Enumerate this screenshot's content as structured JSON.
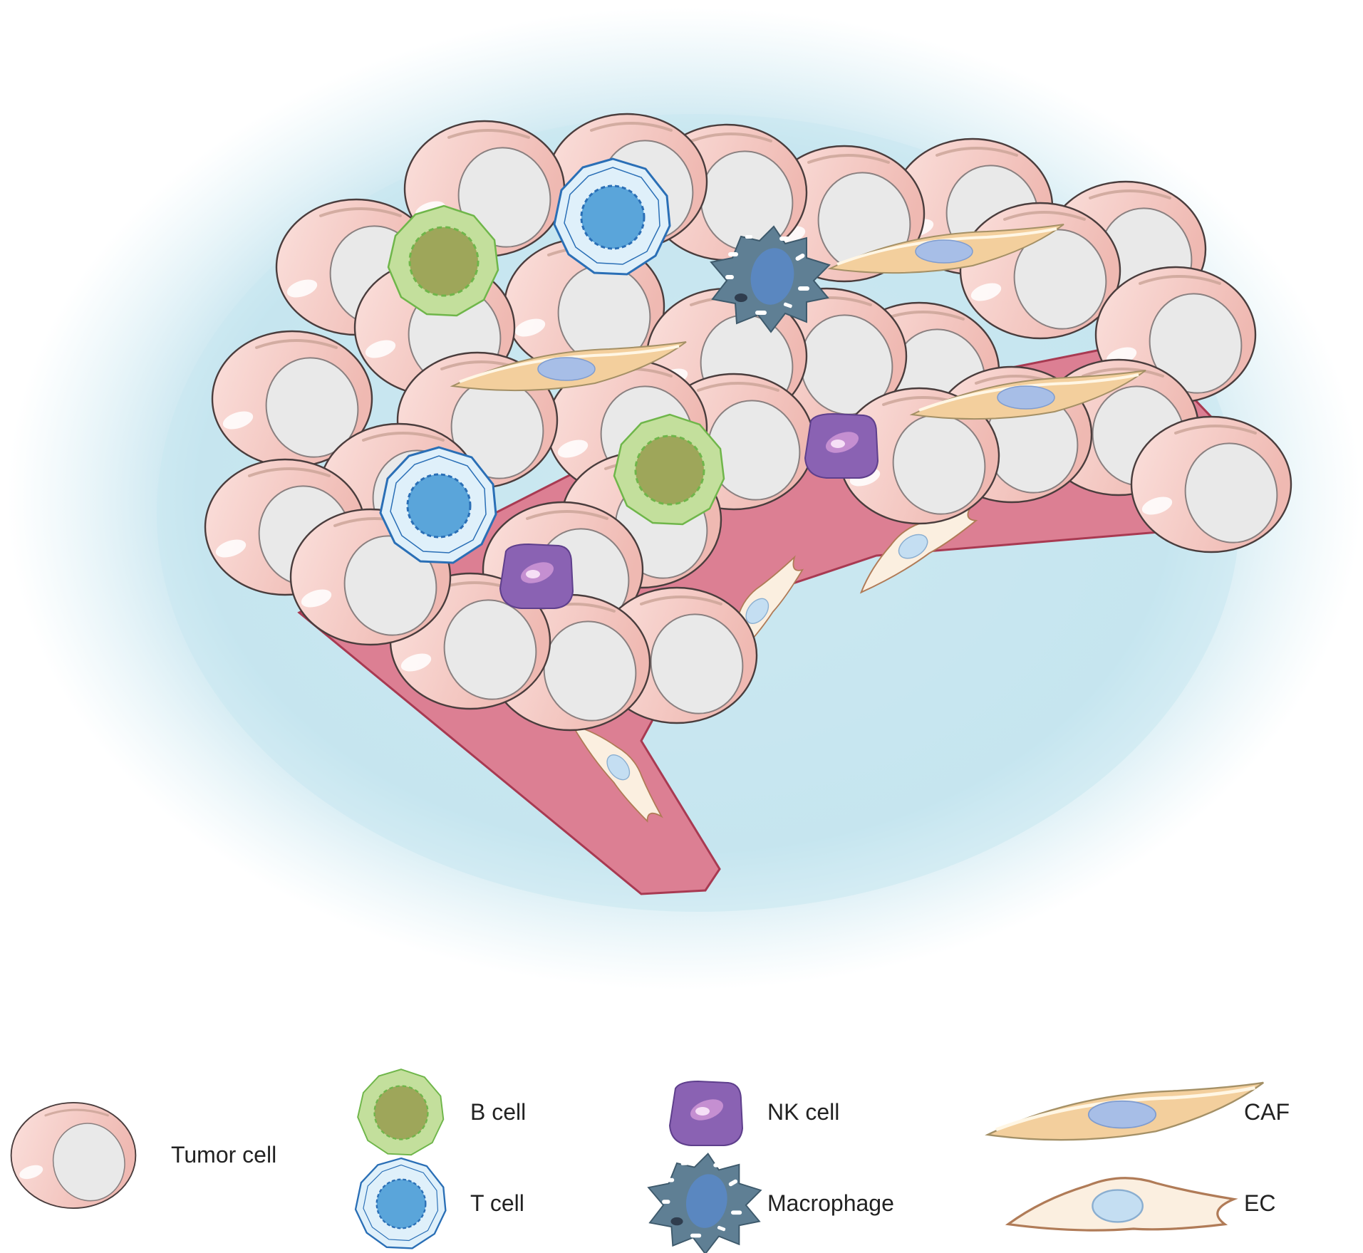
{
  "legend": {
    "tumor_cell": "Tumor cell",
    "b_cell": "B cell",
    "t_cell": "T cell",
    "nk_cell": "NK cell",
    "macrophage": "Macrophage",
    "caf": "CAF",
    "ec": "EC"
  },
  "colors": {
    "background_blue": "#cfe9f1",
    "tumor_pink": "#f4c9c4",
    "tumor_nucleus": "#e7e7e7",
    "b_cell_green": "#c3df9c",
    "b_cell_core": "#9ea65a",
    "t_cell_light": "#d9ecf8",
    "t_cell_core": "#5aa5da",
    "nk_purple": "#8a62b3",
    "macrophage_slate": "#5f7f94",
    "caf_orange": "#f3cf9d",
    "ec_cream": "#fbefe0",
    "vessel_red": "#dc7f93"
  }
}
